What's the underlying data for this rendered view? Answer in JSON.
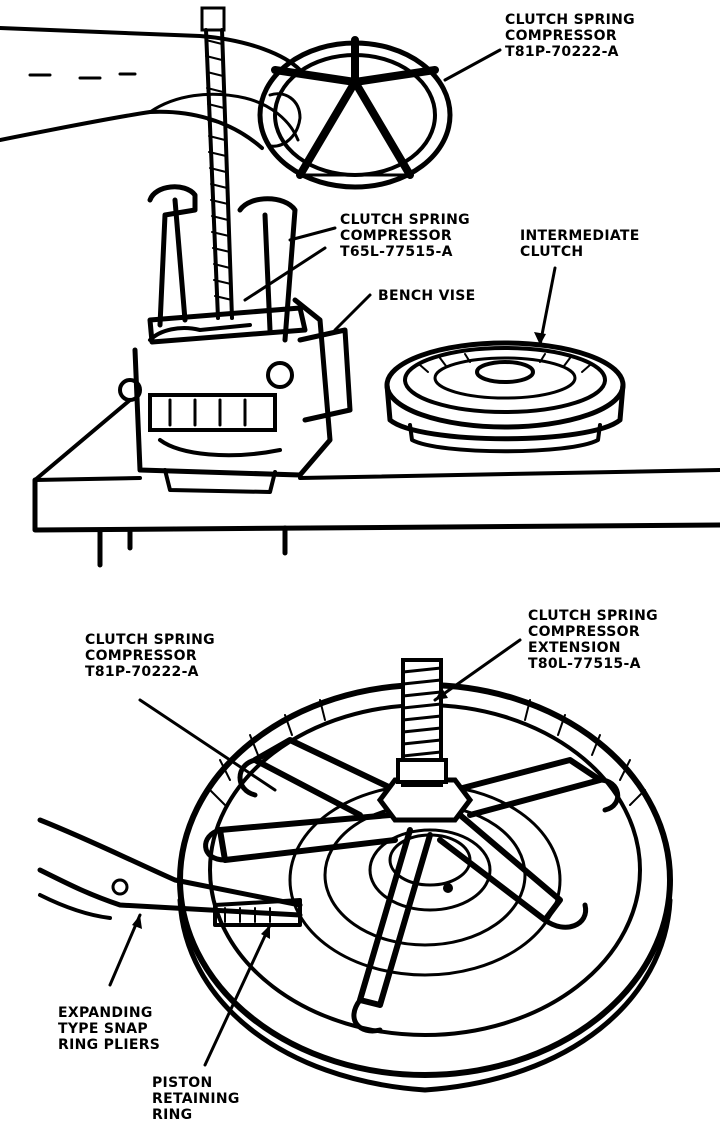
{
  "top_figure": {
    "handwheel_label": {
      "line1": "CLUTCH SPRING",
      "line2": "COMPRESSOR",
      "line3": "T81P-70222-A"
    },
    "compressor_label": {
      "line1": "CLUTCH SPRING",
      "line2": "COMPRESSOR",
      "line3": "T65L-77515-A"
    },
    "clutch_label": {
      "line1": "INTERMEDIATE",
      "line2": "CLUTCH"
    },
    "vise_label": "BENCH VISE"
  },
  "bottom_figure": {
    "compressor_label": {
      "line1": "CLUTCH SPRING",
      "line2": "COMPRESSOR",
      "line3": "T81P-70222-A"
    },
    "extension_label": {
      "line1": "CLUTCH SPRING",
      "line2": "COMPRESSOR",
      "line3": "EXTENSION",
      "line4": "T80L-77515-A"
    },
    "pliers_label": {
      "line1": "EXPANDING",
      "line2": "TYPE SNAP",
      "line3": "RING PLIERS"
    },
    "ring_label": {
      "line1": "PISTON",
      "line2": "RETAINING",
      "line3": "RING"
    }
  }
}
